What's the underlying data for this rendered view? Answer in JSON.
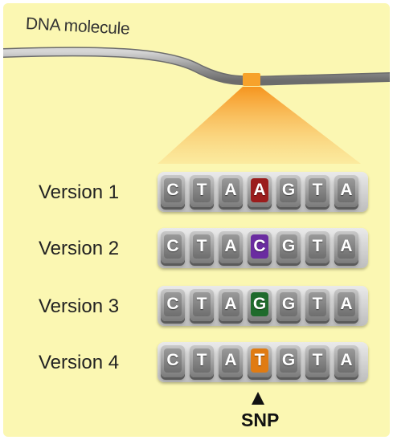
{
  "title": "DNA molecule",
  "snp_label": "SNP",
  "rows": [
    {
      "label": "Version 1",
      "bases": [
        "C",
        "T",
        "A",
        "A",
        "G",
        "T",
        "A"
      ],
      "snp_color": "#9b1c1c"
    },
    {
      "label": "Version 2",
      "bases": [
        "C",
        "T",
        "A",
        "C",
        "G",
        "T",
        "A"
      ],
      "snp_color": "#6a2ca0"
    },
    {
      "label": "Version 3",
      "bases": [
        "C",
        "T",
        "A",
        "G",
        "G",
        "T",
        "A"
      ],
      "snp_color": "#1f6b2c"
    },
    {
      "label": "Version 4",
      "bases": [
        "C",
        "T",
        "A",
        "T",
        "G",
        "T",
        "A"
      ],
      "snp_color": "#e07b12"
    }
  ],
  "snp_index": 3,
  "colors": {
    "background": "#fbf7b2",
    "highlight": "#f7a22b",
    "dna_strand": "#9a9a9a"
  }
}
